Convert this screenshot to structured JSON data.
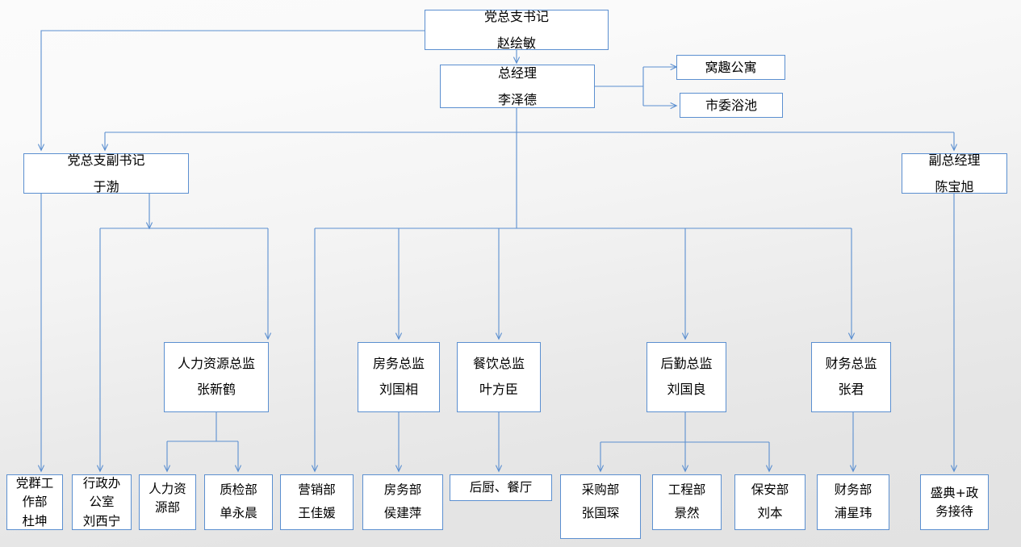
{
  "chart_title": "",
  "theme": {
    "line_color": "#5b8fd0",
    "box_border": "#5b8fd0",
    "box_fill": "#ffffff",
    "text_color": "#000000",
    "background": "#efefef"
  },
  "nodes": {
    "party_secretary": {
      "lines": [
        "党总支书记",
        "赵绘敏"
      ]
    },
    "general_manager": {
      "lines": [
        "总经理",
        "李泽德"
      ]
    },
    "woqu_apartment": {
      "lines": [
        "窝趣公寓"
      ]
    },
    "shiwei_bath": {
      "lines": [
        "市委浴池"
      ]
    },
    "party_deputy": {
      "lines": [
        "党总支副书记",
        "于渤"
      ]
    },
    "deputy_gm": {
      "lines": [
        "副总经理",
        "陈宝旭"
      ]
    },
    "hr_director": {
      "lines": [
        "人力资源总监",
        "张新鹤"
      ]
    },
    "rooms_director": {
      "lines": [
        "房务总监",
        "刘国相"
      ]
    },
    "fnb_director": {
      "lines": [
        "餐饮总监",
        "叶方臣"
      ]
    },
    "logistics_director": {
      "lines": [
        "后勤总监",
        "刘国良"
      ]
    },
    "finance_director": {
      "lines": [
        "财务总监",
        "张君"
      ]
    },
    "party_mass_dept": {
      "lines": [
        "党群工",
        "作部",
        "杜坤"
      ]
    },
    "admin_office": {
      "lines": [
        "行政办",
        "公室",
        "刘西宁"
      ]
    },
    "hr_dept": {
      "lines": [
        "人力资",
        "源部"
      ]
    },
    "qc_dept": {
      "lines": [
        "质检部",
        "单永晨"
      ]
    },
    "marketing_dept": {
      "lines": [
        "营销部",
        "王佳媛"
      ]
    },
    "rooms_dept": {
      "lines": [
        "房务部",
        "侯建萍"
      ]
    },
    "kitchen_restaurant": {
      "lines": [
        "后厨、餐厅"
      ]
    },
    "purchasing_dept": {
      "lines": [
        "采购部",
        "张国琛"
      ]
    },
    "engineering_dept": {
      "lines": [
        "工程部",
        "景然"
      ]
    },
    "security_dept": {
      "lines": [
        "保安部",
        "刘本"
      ]
    },
    "finance_dept": {
      "lines": [
        "财务部",
        "浦星玮"
      ]
    },
    "ceremony_affairs": {
      "lines": [
        "盛典+政",
        "务接待"
      ]
    }
  }
}
